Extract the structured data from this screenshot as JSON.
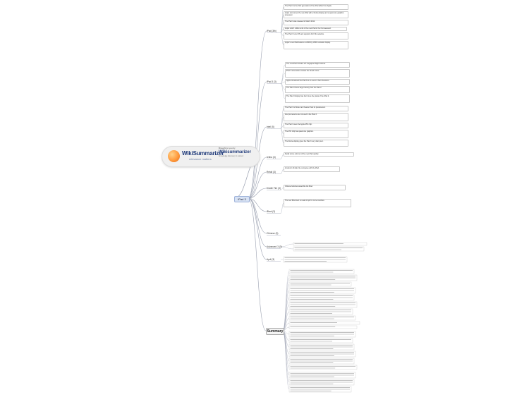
{
  "brand": {
    "logo_main": "WikiSummarizer",
    "logo_sub": "relevance matters",
    "small_caption": "Brought to you by",
    "name": "Wikisummarizer",
    "description": "Knowledge discovery in context"
  },
  "root": {
    "label": "iPad 3"
  },
  "topics": [
    {
      "label": "iPad (3th)"
    },
    {
      "label": "iPad 3 (3)"
    },
    {
      "label": "Intel (5)"
    },
    {
      "label": "retina (3)"
    },
    {
      "label": "Retail (3)"
    },
    {
      "label": "Kindle Fire (3)"
    },
    {
      "label": "iBoot (3)"
    },
    {
      "label": "Chinese (3)"
    },
    {
      "label": "Advanced 3 (3)"
    },
    {
      "label": "April (3)"
    }
  ],
  "summary": {
    "label": "Summary"
  },
  "colors": {
    "branch": "#9aa0b0",
    "leaf_border": "#c9c9c9",
    "root_fill": "#d7e2f4",
    "keyword": "#2a3f8f"
  },
  "leaves": [
    {
      "text": "The iPad 3 is the third generation of the iPad tablet from Apple."
    },
    {
      "text": "Apple announced the new iPad with a Retina display and a quad-core graphics processor."
    },
    {
      "text": "The iPad 3 was released in March 2012."
    },
    {
      "text": "Apple sold 3 million units of the new iPad in the first weekend."
    },
    {
      "text": "The iPad 3 runs iOS and supports 4G LTE networks."
    },
    {
      "text": "Apple's new iPad features a 2048-by-1536 resolution display."
    },
    {
      "text": "The new iPad includes a 5-megapixel iSight camera."
    },
    {
      "text": "iPad 3 accessories include the Smart Cover."
    },
    {
      "text": "Apple introduced the iPad 3 at an event in San Francisco."
    },
    {
      "text": "The iPad 3 has a larger battery than the iPad 2."
    },
    {
      "text": "The iPad 3 display has four times the pixels of the iPad 2."
    },
    {
      "text": "The iPad 3 is thicker and heavier than its predecessor."
    },
    {
      "text": "Intel processors are not used in the iPad 3."
    },
    {
      "text": "The iPad 3 uses the Apple A5X chip."
    },
    {
      "text": "The A5X chip has quad-core graphics."
    },
    {
      "text": "The Retina display gives the iPad 3 very sharp text."
    },
    {
      "text": "Retail stores sold out of the new iPad quickly."
    },
    {
      "text": "Amazon's Kindle Fire competes with the iPad."
    },
    {
      "text": "Chinese factories assemble the iPad."
    },
    {
      "text": "The new iPad went on sale in April in more countries."
    }
  ]
}
